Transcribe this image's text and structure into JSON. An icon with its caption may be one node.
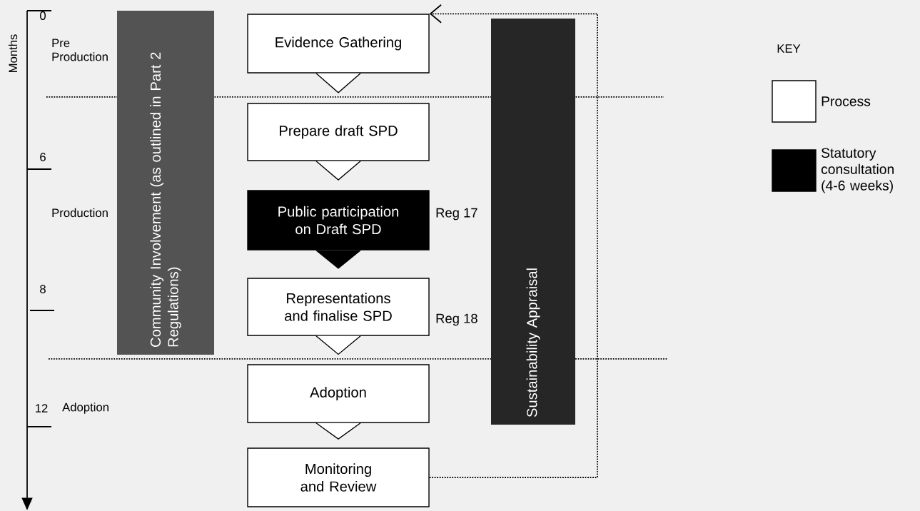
{
  "diagram": {
    "nodes": [
      {
        "text": [
          "Evidence Gathering"
        ]
      },
      {
        "text": [
          "Prepare draft SPD"
        ]
      },
      {
        "text": [
          "Public participation on Draft SPD"
        ],
        "beside": [
          "Reg 17"
        ]
      },
      {
        "text": [
          "Representations and finalise SPD"
        ],
        "beside": [
          "Reg 18"
        ]
      },
      {
        "text": [
          "Adoption"
        ]
      },
      {
        "text": [
          "Monitoring and Review"
        ]
      },
      {
        "text": [
          "Community Involvement (as outlined in Part 2 Regulations)"
        ]
      },
      {
        "text": [
          "Sustainability Appraisal"
        ]
      }
    ],
    "edges": [
      {
        "from": 0,
        "to": 1,
        "arrow": "to"
      },
      {
        "from": 1,
        "to": 2,
        "arrow": "to"
      },
      {
        "from": 2,
        "to": 3,
        "arrow": "to"
      },
      {
        "from": 3,
        "to": 4,
        "arrow": "to"
      },
      {
        "from": 4,
        "to": 5,
        "arrow": "to"
      },
      {
        "from": 5,
        "to": 0,
        "arrow": "to",
        "style": "dashed"
      }
    ],
    "labels": [
      "Months",
      "0",
      "Pre Production",
      "6",
      "Production",
      "8",
      "12",
      "Adoption",
      "KEY"
    ],
    "legend": [
      {
        "text": "Process",
        "color": "#ffffff"
      },
      {
        "text": "Statutory consultation (4-6 weeks)",
        "color": "#000000"
      }
    ]
  }
}
